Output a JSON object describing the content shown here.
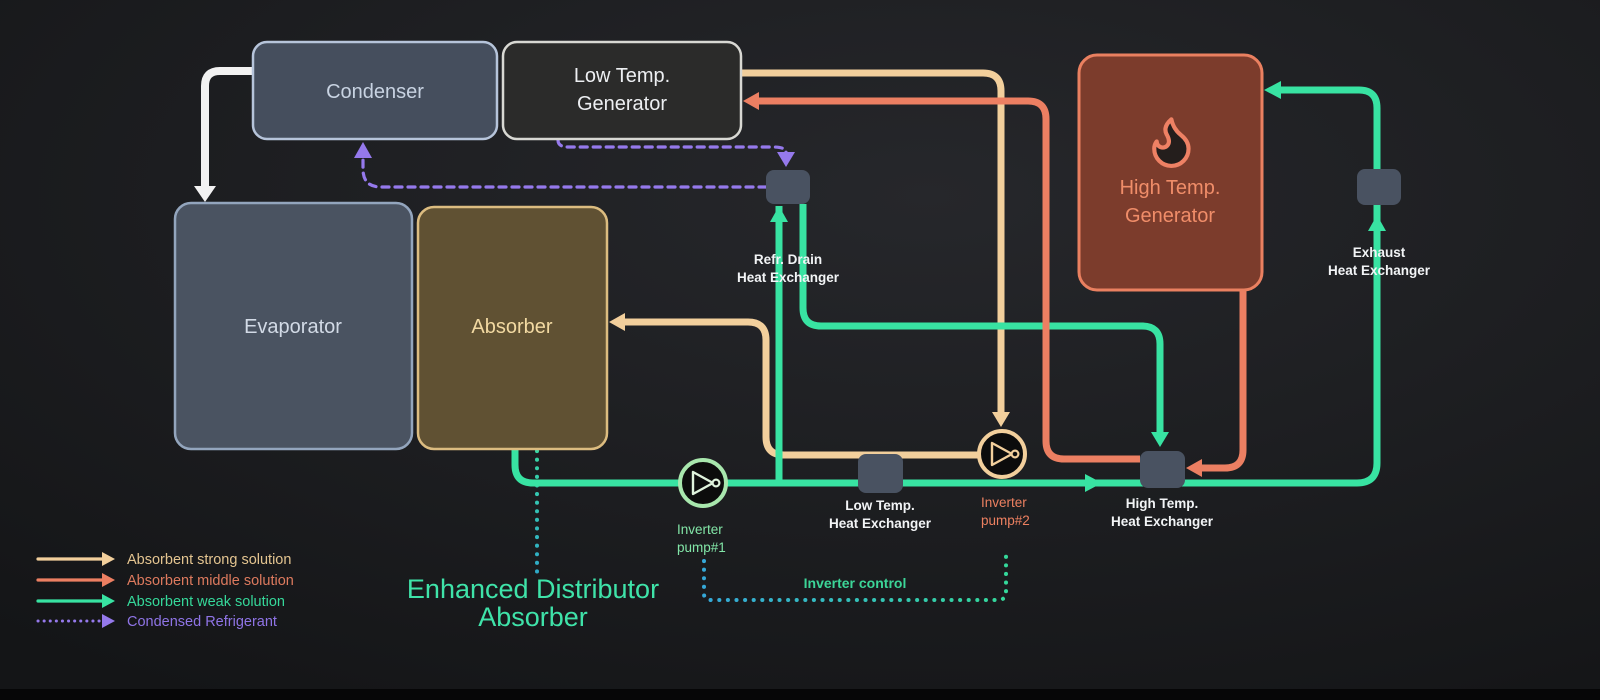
{
  "boxes": {
    "condenser": {
      "label": "Condenser"
    },
    "low_temp_generator": {
      "line1": "Low Temp.",
      "line2": "Generator"
    },
    "high_temp_generator": {
      "line1": "High Temp.",
      "line2": "Generator",
      "icon": "flame-icon"
    },
    "evaporator": {
      "label": "Evaporator"
    },
    "absorber": {
      "label": "Absorber"
    }
  },
  "heat_exchangers": {
    "refr_drain": {
      "line1": "Refr. Drain",
      "line2": "Heat Exchanger"
    },
    "low_temp": {
      "line1": "Low Temp.",
      "line2": "Heat Exchanger"
    },
    "high_temp": {
      "line1": "High Temp.",
      "line2": "Heat Exchanger"
    },
    "exhaust": {
      "line1": "Exhaust",
      "line2": "Heat Exchanger"
    }
  },
  "pumps": {
    "pump1": {
      "line1": "Inverter",
      "line2": "pump#1"
    },
    "pump2": {
      "line1": "Inverter",
      "line2": "pump#2"
    }
  },
  "annotations": {
    "enhanced_absorber": {
      "line1": "Enhanced Distributor",
      "line2": "Absorber"
    },
    "inverter_control": "Inverter control"
  },
  "legend": {
    "items": [
      {
        "label": "Absorbent strong solution",
        "color": "#f2cf9c",
        "style": "solid"
      },
      {
        "label": "Absorbent middle solution",
        "color": "#ec7f62",
        "style": "solid"
      },
      {
        "label": "Absorbent weak solution",
        "color": "#38e3a2",
        "style": "solid"
      },
      {
        "label": "Condensed Refrigerant",
        "color": "#9579ec",
        "style": "dotted"
      }
    ]
  },
  "colors": {
    "background": "#1d1e21",
    "strong_solution": "#f2cf9c",
    "middle_solution": "#ec7f62",
    "weak_solution": "#38e3a2",
    "condensed_refrigerant": "#9579ec",
    "white_line": "#f2f2f2",
    "exchanger_block": "#495261",
    "control_line_left": "#35a8d8",
    "control_line_right": "#34d89a",
    "annotation_green": "#3fe3a9"
  }
}
